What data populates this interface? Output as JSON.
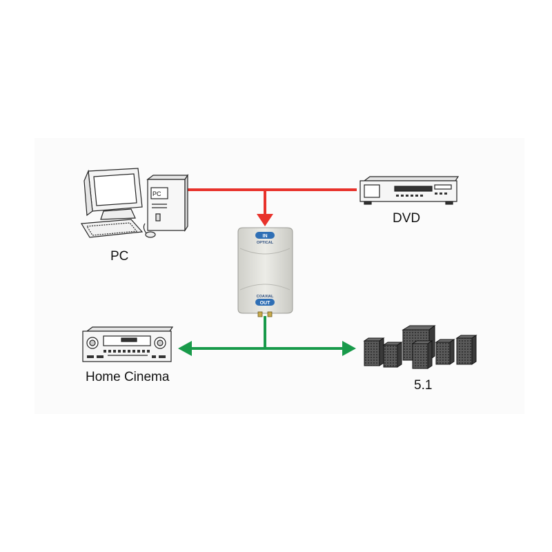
{
  "labels": {
    "pc": "PC",
    "dvd": "DVD",
    "home_cinema": "Home Cinema",
    "speakers": "5.1"
  },
  "converter": {
    "in_label": "IN",
    "in_sublabel": "OPTICAL",
    "out_label": "OUT",
    "out_sublabel": "COAXIAL"
  },
  "colors": {
    "input_line": "#e8322b",
    "output_line": "#189a4a",
    "background": "#ffffff",
    "panel": "#fbfbfb",
    "badge": "#2f6fb5"
  },
  "icons": [
    "pc-icon",
    "dvd-player-icon",
    "converter-box-icon",
    "av-receiver-icon",
    "speaker-system-icon"
  ]
}
